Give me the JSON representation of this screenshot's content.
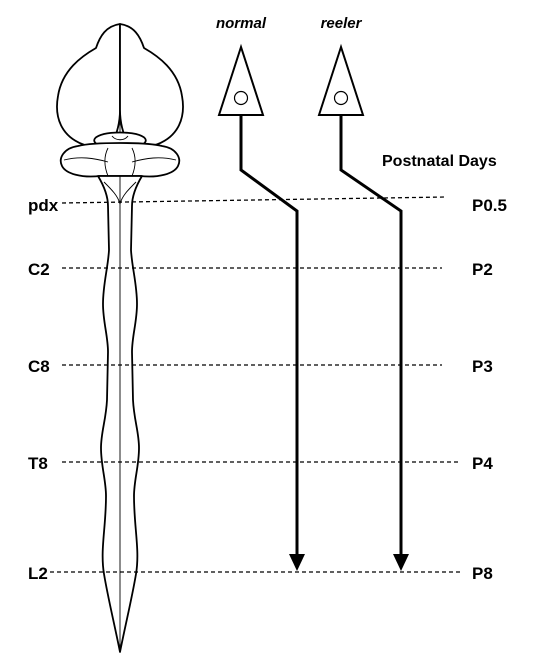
{
  "genotypes": {
    "normal": "normal",
    "reeler": "reeler"
  },
  "column_heading": "Postnatal Days",
  "levels": [
    {
      "segment": "pdx",
      "day": "P0.5"
    },
    {
      "segment": "C2",
      "day": "P2"
    },
    {
      "segment": "C8",
      "day": "P3"
    },
    {
      "segment": "T8",
      "day": "P4"
    },
    {
      "segment": "L2",
      "day": "P8"
    }
  ]
}
